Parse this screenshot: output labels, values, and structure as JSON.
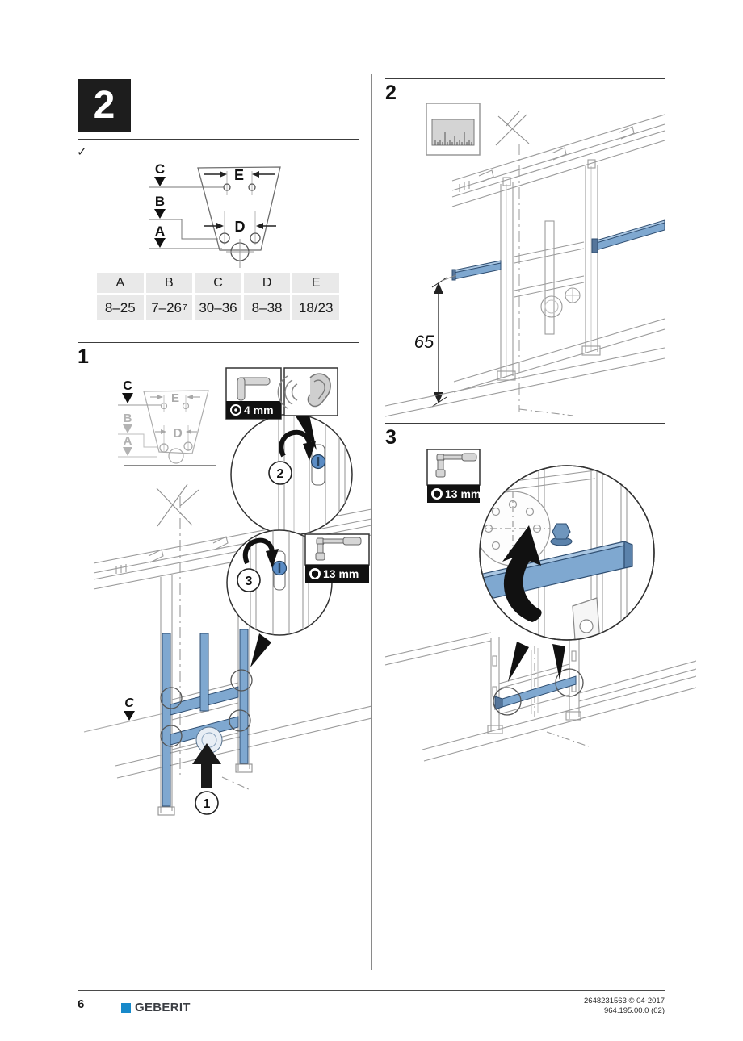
{
  "colors": {
    "accent_blue": "#7fa8d0",
    "accent_blue_dark": "#2e4d70",
    "geberit_blue": "#1789ca",
    "label_bar": "#111111"
  },
  "chapter": {
    "number": "2",
    "checkmark": "✓"
  },
  "dim_labels": {
    "A": "A",
    "B": "B",
    "C": "C",
    "D": "D",
    "E": "E"
  },
  "table": {
    "headers": [
      "A",
      "B",
      "C",
      "D",
      "E"
    ],
    "values": [
      "8–25",
      "7–26",
      "30–36",
      "8–38",
      "18/23"
    ],
    "footnote": "7"
  },
  "steps": {
    "one": {
      "label": "1",
      "tool_allen": "4 mm",
      "tool_socket": "13 mm",
      "callout_1": "1",
      "callout_2": "2",
      "callout_3": "3",
      "dim_c": "C"
    },
    "two": {
      "label": "2",
      "dim_height": "65"
    },
    "three": {
      "label": "3",
      "tool_socket": "13 mm"
    }
  },
  "footer": {
    "page_number": "6",
    "brand": "GEBERIT",
    "copyright": "2648231563 © 04-2017",
    "article": "964.195.00.0 (02)"
  }
}
